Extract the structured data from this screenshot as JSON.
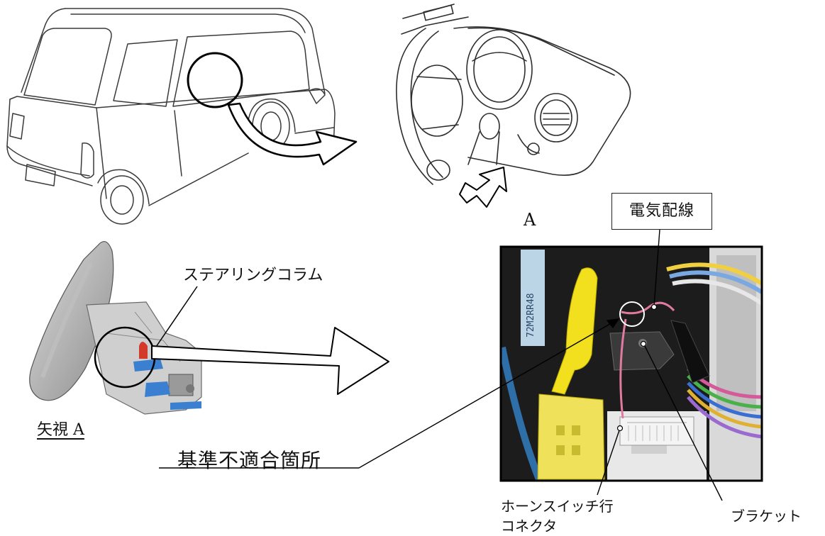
{
  "labels": {
    "view_direction": "A",
    "wiring": "電気配線",
    "steering_column": "ステアリングコラム",
    "view_a": "矢視 A",
    "nonconforming_location": "基準不適合箇所",
    "horn_switch_line1": "ホーンスイッチ行",
    "horn_switch_line2": "コネクタ",
    "bracket": "ブラケット"
  },
  "photo": {
    "sticker_text": "72M2RR48"
  },
  "colors": {
    "line_art": "#3a3a3a",
    "yellow_connector": "#f2e01e",
    "pink_wire": "#e07aa0",
    "blue_part": "#3a7fd0",
    "red_part": "#d23a2a",
    "photo_background": "#1c1c1c"
  }
}
